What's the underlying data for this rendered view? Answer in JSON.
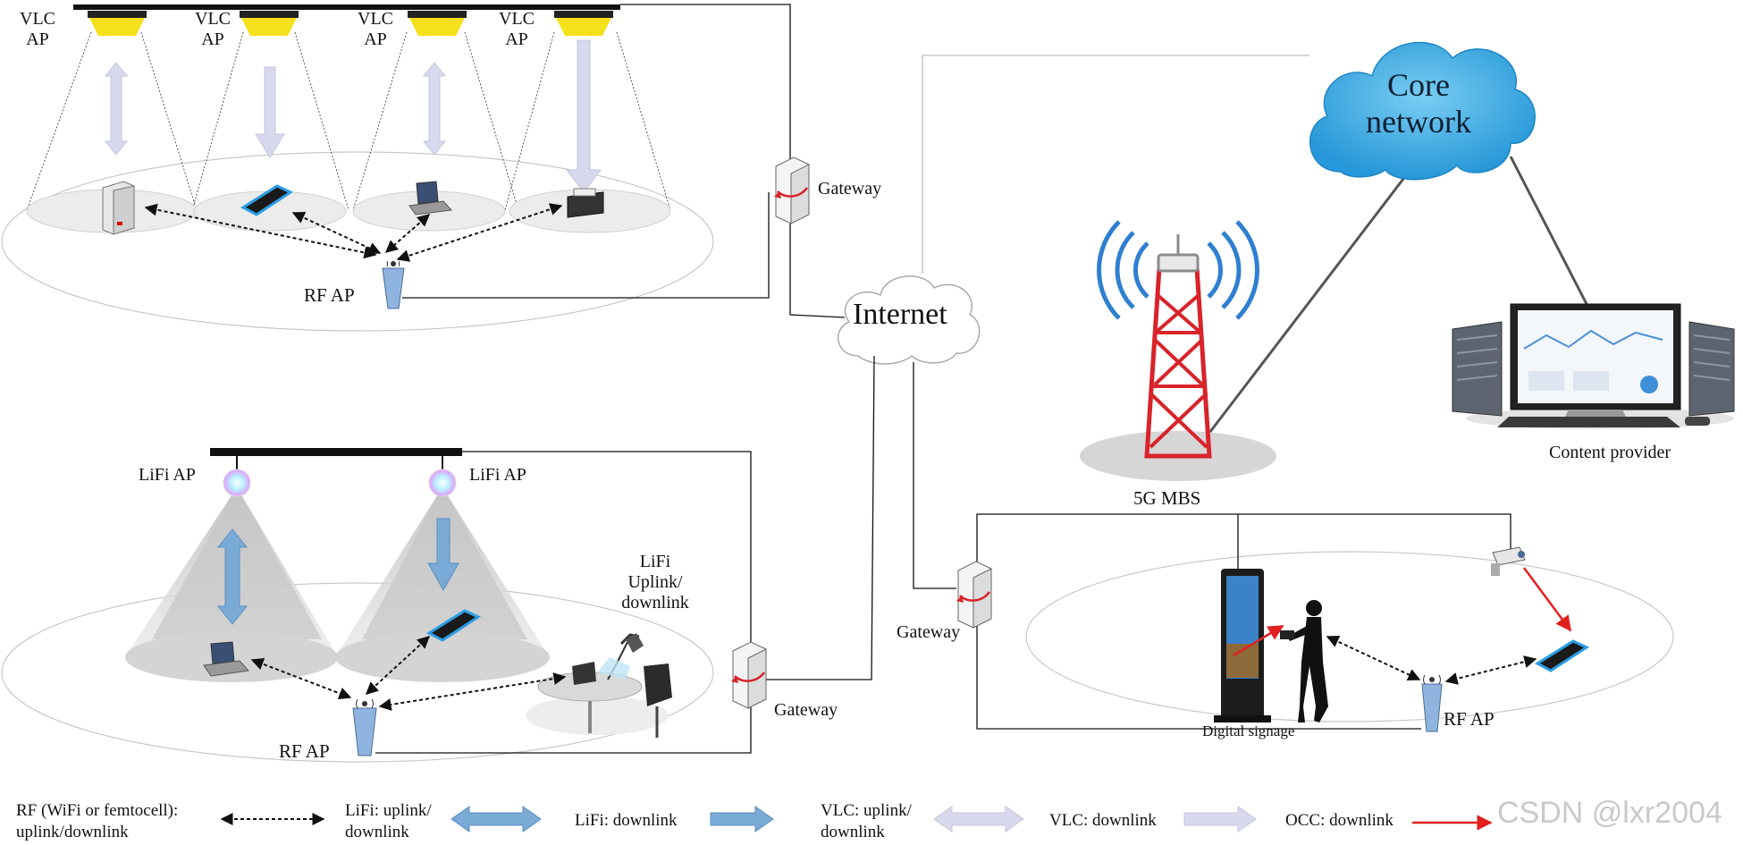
{
  "labels": {
    "vlc_ap_1": "VLC AP",
    "vlc_ap_2": "VLC AP",
    "vlc_ap_3": "VLC AP",
    "vlc_ap_4": "VLC AP",
    "gateway_top": "Gateway",
    "rf_ap_top": "RF AP",
    "internet": "Internet",
    "core_network": "Core network",
    "five_g_mbs": "5G MBS",
    "content_provider": "Content provider",
    "lifi_ap_left": "LiFi AP",
    "lifi_ap_right": "LiFi AP",
    "lifi_uplink_downlink": "LiFi Uplink/ downlink",
    "rf_ap_bottom_left": "RF AP",
    "gateway_bottom_left": "Gateway",
    "gateway_bottom_right": "Gateway",
    "digital_signage": "Digital signage",
    "rf_ap_bottom_right": "RF AP"
  },
  "legend": {
    "rf": "RF (WiFi or femtocell): uplink/downlink",
    "lifi_updown": "LiFi: uplink/ downlink",
    "lifi_down": "LiFi: downlink",
    "vlc_updown": "VLC: uplink/ downlink",
    "vlc_down": "VLC: downlink",
    "occ_down": "OCC: downlink"
  },
  "watermark": "CSDN @lxr2004",
  "colors": {
    "vlc_light": "#f5e11b",
    "vlc_arrow": "#d9d9ee",
    "lifi_arrow": "#7aaad6",
    "occ_arrow": "#e21f1f",
    "cloud_blue": "#3aaae2",
    "tower_red": "#d8232a",
    "signal_blue": "#2f7fd1"
  },
  "icons": [
    "vlc-lamp-icon",
    "server-icon",
    "smartphone-icon",
    "laptop-icon",
    "printer-icon",
    "router-icon",
    "gateway-icon",
    "cloud-icon",
    "tower-icon",
    "workstation-icon",
    "lifi-bulb-icon",
    "desk-icon",
    "signage-icon",
    "person-icon",
    "camera-icon"
  ]
}
